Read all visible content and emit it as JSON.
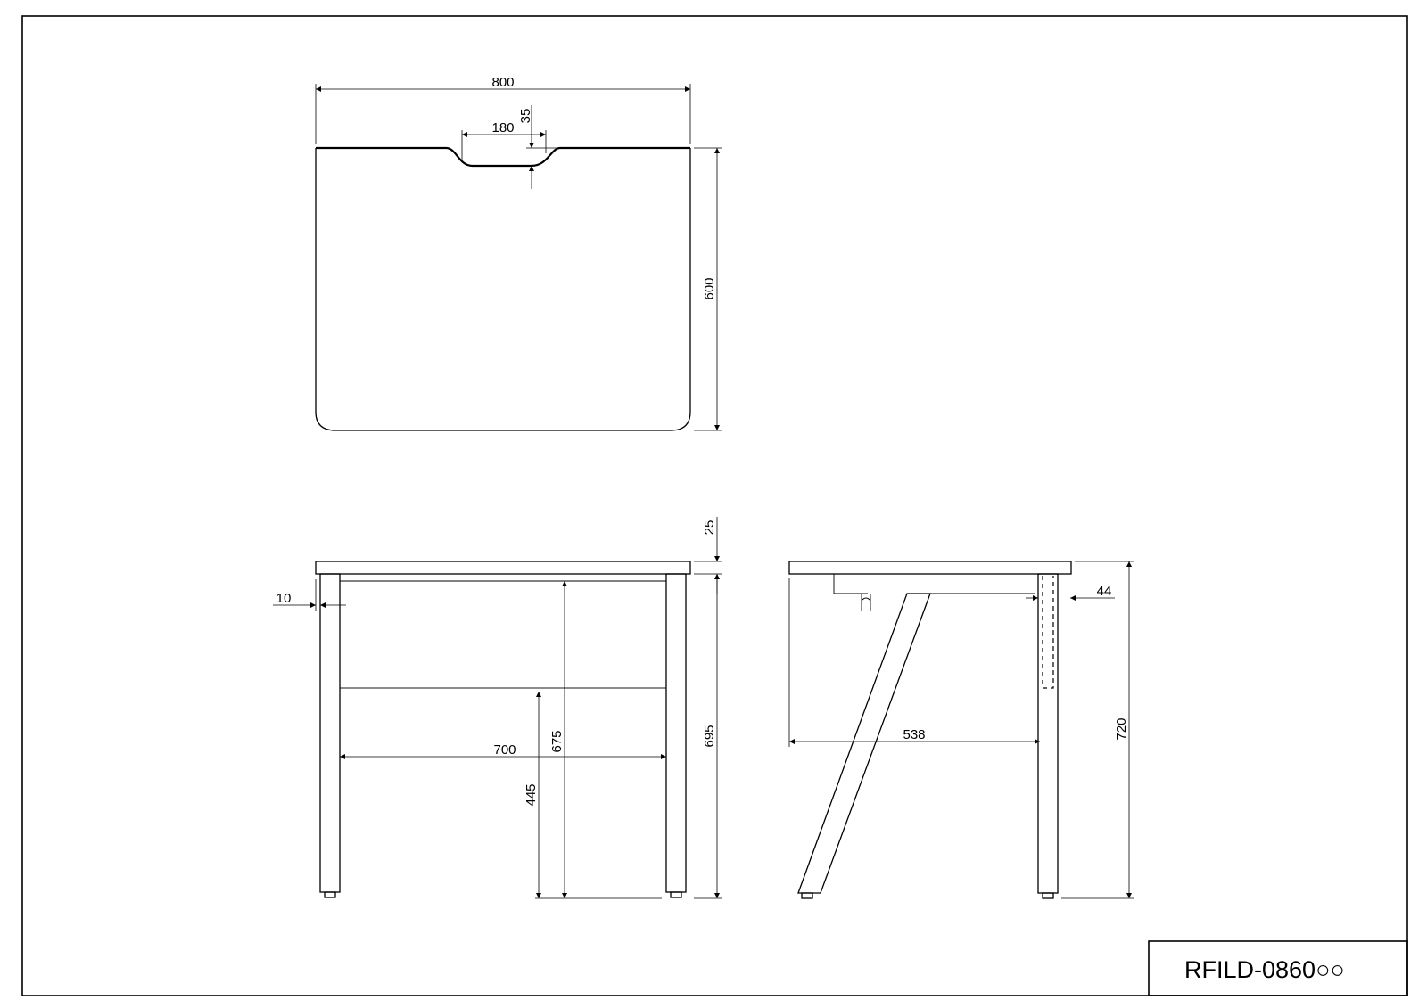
{
  "title_block": {
    "model": "RFILD-0860○○"
  },
  "dimensions": {
    "top_width": "800",
    "notch_width": "180",
    "notch_depth": "35",
    "top_depth": "600",
    "top_thickness": "25",
    "leg_inset": "10",
    "inner_width": "700",
    "panel_height": "675",
    "clearance_height": "445",
    "front_height": "695",
    "side_span": "538",
    "leg_width": "44",
    "total_height": "720"
  }
}
